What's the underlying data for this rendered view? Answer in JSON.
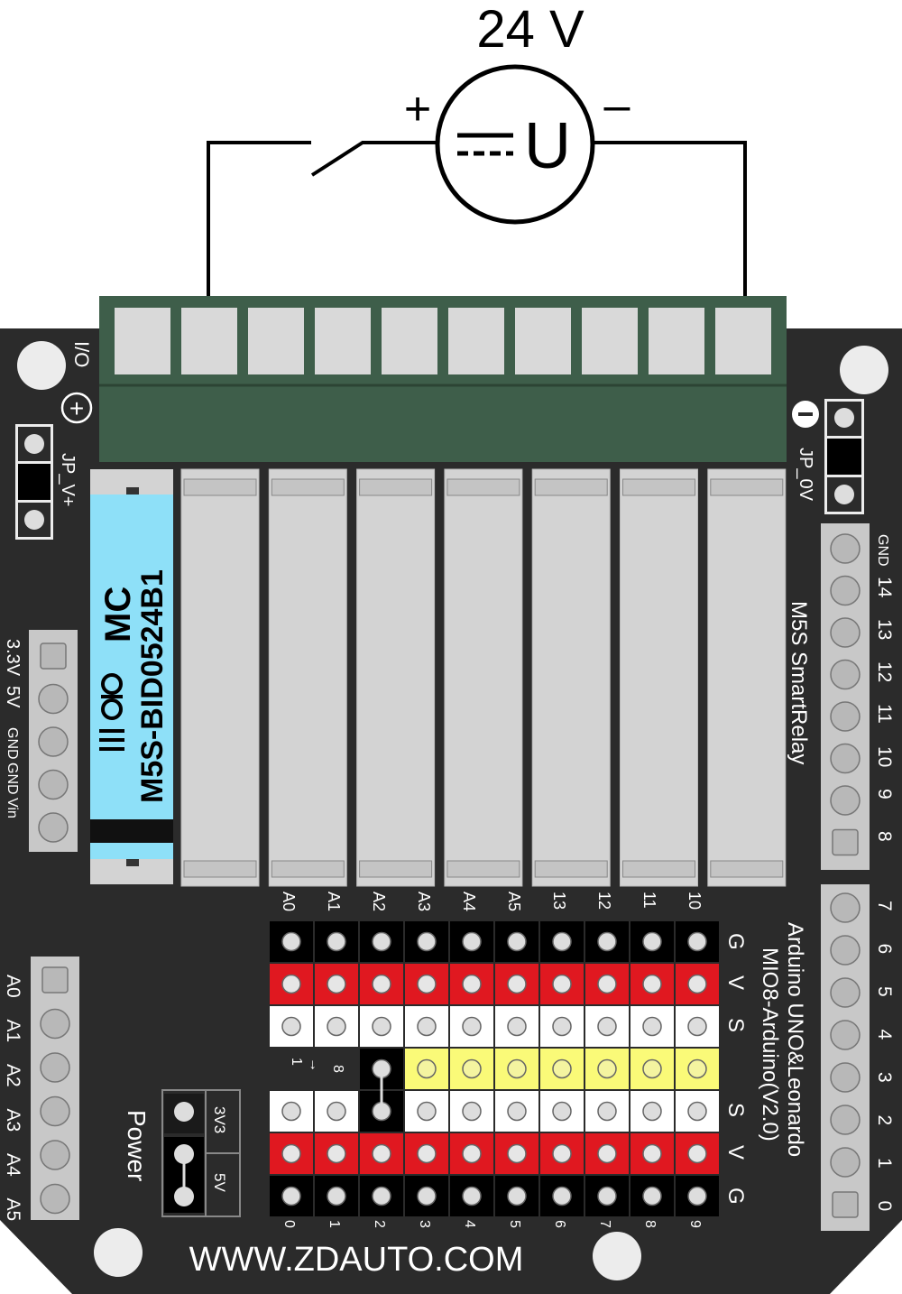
{
  "circuit": {
    "voltage_label": "24 V",
    "plus_sign": "+",
    "minus_sign": "–",
    "source_symbol": "U"
  },
  "board": {
    "io_label": "I/O",
    "jp_vplus": "JP_V+",
    "jp_0v": "JP_0V",
    "plus_marker": "+",
    "minus_marker": "-",
    "power_label": "Power",
    "jumper_3v3": "3V3",
    "jumper_5v": "5V",
    "website": "WWW.ZDAUTO.COM",
    "product_name": "M5S SmartRelay",
    "compat_line1": "Arduino UNO&Leonardo",
    "compat_line2": "MIO8-Arduino(V2.0)",
    "relay_brand": "MC",
    "relay_model": "M5S-BID0524B1",
    "switch_labels": [
      "1",
      "→",
      "8"
    ],
    "power_header_labels": [
      "3.3V",
      "5V",
      "GND",
      "GND",
      "Vin"
    ],
    "analog_header_labels": [
      "A0",
      "A1",
      "A2",
      "A3",
      "A4",
      "A5"
    ],
    "digital_header_upper": [
      "GND",
      "14",
      "13",
      "12",
      "11",
      "10",
      "9",
      "8"
    ],
    "digital_header_lower": [
      "7",
      "6",
      "5",
      "4",
      "3",
      "2",
      "1",
      "0"
    ],
    "io_top_labels": [
      "A0",
      "A1",
      "A2",
      "A3",
      "A4",
      "A5",
      "13",
      "12",
      "11",
      "10"
    ],
    "io_bottom_labels": [
      "0",
      "1",
      "2",
      "3",
      "4",
      "5",
      "6",
      "7",
      "8",
      "9"
    ],
    "row_labels_top": [
      "G",
      "V",
      "S"
    ],
    "row_labels_bottom": [
      "S",
      "V",
      "G"
    ],
    "relay_count": 8,
    "terminal_count": 10
  },
  "colors": {
    "pcb": "#2b2b2b",
    "terminal_block": "#3e5e4a",
    "relay_body": "#d3d3d3",
    "relay_blue": "#8ee0f8",
    "header_red": "#e01820",
    "header_yellow": "#fafa78",
    "header_white": "#ffffff"
  }
}
